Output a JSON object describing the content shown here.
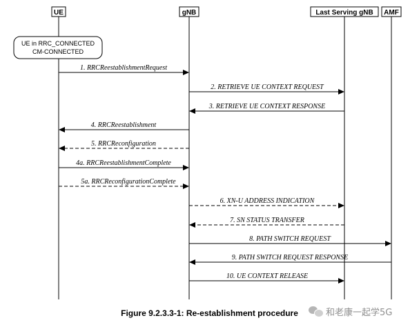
{
  "entities": [
    {
      "id": "ue",
      "label": "UE"
    },
    {
      "id": "gnb",
      "label": "gNB"
    },
    {
      "id": "last_gnb",
      "label": "Last Serving gNB"
    },
    {
      "id": "amf",
      "label": "AMF"
    }
  ],
  "state_box": {
    "line1": "UE in RRC_CONNECTED",
    "line2": "CM-CONNECTED"
  },
  "messages": [
    {
      "label": "1. RRCReestablishmentRequest",
      "from": "ue",
      "to": "gnb",
      "style": "solid"
    },
    {
      "label": "2. RETRIEVE UE CONTEXT REQUEST",
      "from": "gnb",
      "to": "last_gnb",
      "style": "solid"
    },
    {
      "label": "3. RETRIEVE UE CONTEXT RESPONSE",
      "from": "last_gnb",
      "to": "gnb",
      "style": "solid"
    },
    {
      "label": "4. RRCReestablishment",
      "from": "gnb",
      "to": "ue",
      "style": "solid"
    },
    {
      "label": "5. RRCReconfiguration",
      "from": "gnb",
      "to": "ue",
      "style": "dashed"
    },
    {
      "label": "4a. RRCReestablishmentComplete",
      "from": "ue",
      "to": "gnb",
      "style": "solid"
    },
    {
      "label": "5a. RRCReconfigurationComplete",
      "from": "ue",
      "to": "gnb",
      "style": "dashed"
    },
    {
      "label": "6. XN-U ADDRESS INDICATION",
      "from": "gnb",
      "to": "last_gnb",
      "style": "dashed"
    },
    {
      "label": "7. SN STATUS TRANSFER",
      "from": "last_gnb",
      "to": "gnb",
      "style": "dashed"
    },
    {
      "label": "8. PATH SWITCH REQUEST",
      "from": "gnb",
      "to": "amf",
      "style": "solid"
    },
    {
      "label": "9. PATH SWITCH REQUEST RESPONSE",
      "from": "amf",
      "to": "gnb",
      "style": "solid"
    },
    {
      "label": "10. UE CONTEXT RELEASE",
      "from": "gnb",
      "to": "last_gnb",
      "style": "solid"
    }
  ],
  "caption": "Figure 9.2.3.3-1: Re-establishment procedure",
  "watermark": "和老康一起学5G",
  "watermark_icon": "wechat-icon"
}
